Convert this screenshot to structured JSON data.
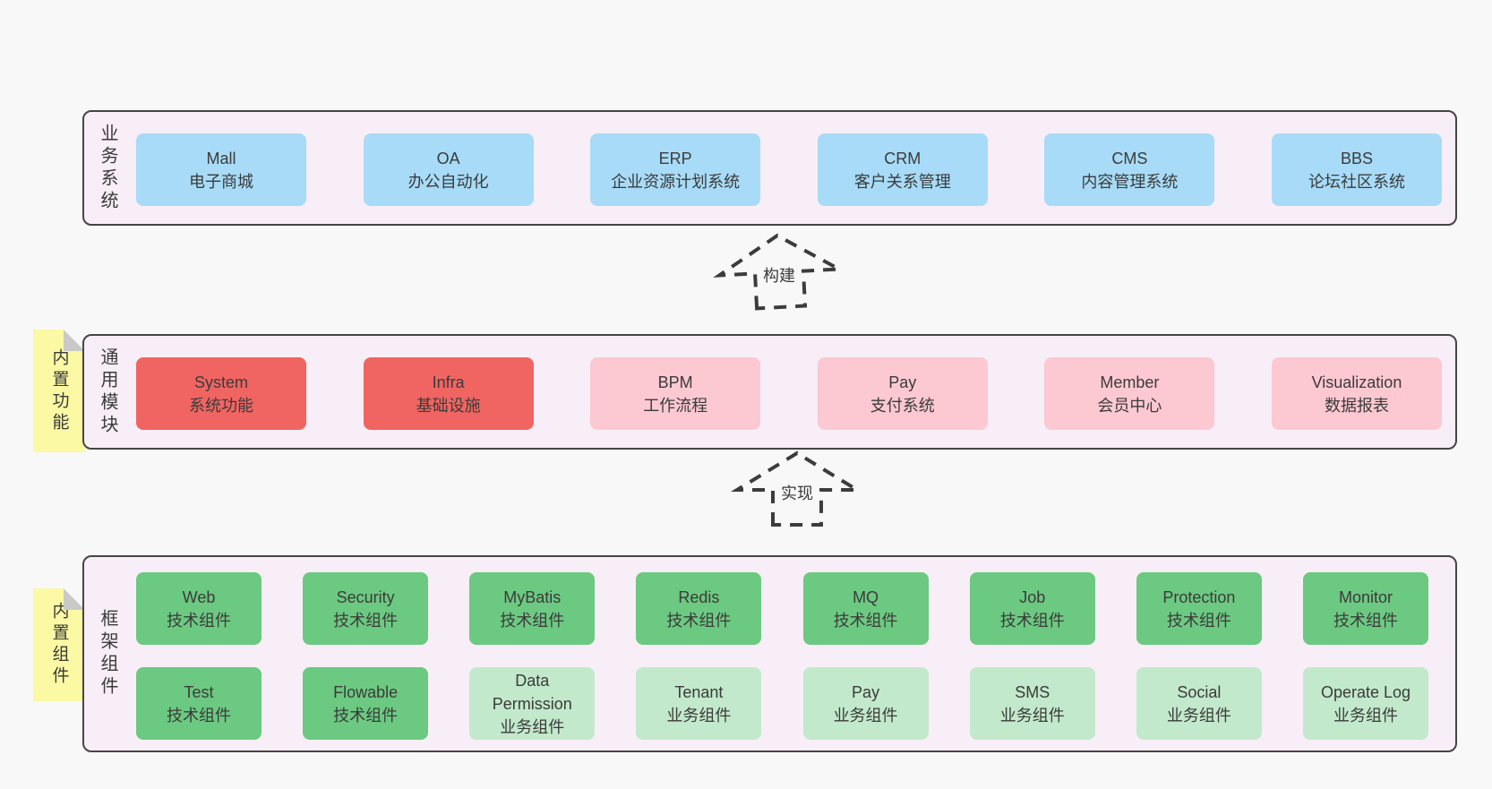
{
  "colors": {
    "pageBg": "#f8f8f8",
    "panelBg": "#f8eef7",
    "panelBorder": "#454545",
    "blue": "#a7dbf7",
    "red": "#f06562",
    "pink": "#fcc8d2",
    "green": "#6cc981",
    "greenLight": "#c2e9cb",
    "sticky": "#fbf9a3",
    "fold": "#c9c9c9",
    "text": "#3b3b3b"
  },
  "arrows": {
    "build": "构建",
    "implement": "实现"
  },
  "panels": {
    "business": {
      "label": "业务系统",
      "items": [
        {
          "en": "Mall",
          "zh": "电子商城"
        },
        {
          "en": "OA",
          "zh": "办公自动化"
        },
        {
          "en": "ERP",
          "zh": "企业资源计划系统"
        },
        {
          "en": "CRM",
          "zh": "客户关系管理"
        },
        {
          "en": "CMS",
          "zh": "内容管理系统"
        },
        {
          "en": "BBS",
          "zh": "论坛社区系统"
        }
      ]
    },
    "modules": {
      "label": "通用模块",
      "sticky": "内置功能",
      "items": [
        {
          "en": "System",
          "zh": "系统功能"
        },
        {
          "en": "Infra",
          "zh": "基础设施"
        },
        {
          "en": "BPM",
          "zh": "工作流程"
        },
        {
          "en": "Pay",
          "zh": "支付系统"
        },
        {
          "en": "Member",
          "zh": "会员中心"
        },
        {
          "en": "Visualization",
          "zh": "数据报表"
        }
      ]
    },
    "framework": {
      "label": "框架组件",
      "sticky": "内置组件",
      "rows": [
        [
          {
            "en": "Web",
            "zh": "技术组件"
          },
          {
            "en": "Security",
            "zh": "技术组件"
          },
          {
            "en": "MyBatis",
            "zh": "技术组件"
          },
          {
            "en": "Redis",
            "zh": "技术组件"
          },
          {
            "en": "MQ",
            "zh": "技术组件"
          },
          {
            "en": "Job",
            "zh": "技术组件"
          },
          {
            "en": "Protection",
            "zh": "技术组件"
          },
          {
            "en": "Monitor",
            "zh": "技术组件"
          }
        ],
        [
          {
            "en": "Test",
            "zh": "技术组件"
          },
          {
            "en": "Flowable",
            "zh": "技术组件"
          },
          {
            "en": "Data Permission",
            "zh": "业务组件"
          },
          {
            "en": "Tenant",
            "zh": "业务组件"
          },
          {
            "en": "Pay",
            "zh": "业务组件"
          },
          {
            "en": "SMS",
            "zh": "业务组件"
          },
          {
            "en": "Social",
            "zh": "业务组件"
          },
          {
            "en": "Operate Log",
            "zh": "业务组件"
          }
        ]
      ]
    }
  }
}
